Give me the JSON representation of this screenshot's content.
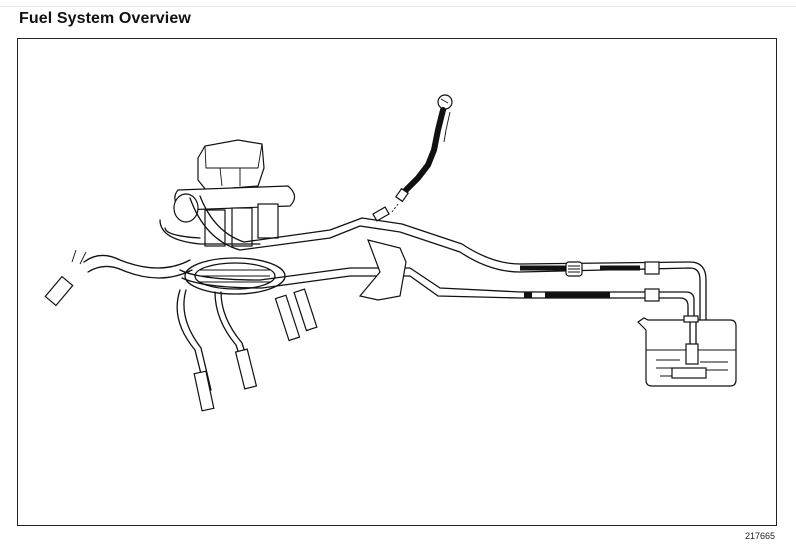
{
  "header": {
    "title": "Fuel System Overview"
  },
  "figure": {
    "id": "217665",
    "subject": "fuel-system-diagram",
    "components": [
      {
        "name": "throttle-body-fuel-rail",
        "label": ""
      },
      {
        "name": "fuel-pressure-gauge-hose",
        "label": ""
      },
      {
        "name": "fuel-pressure-test-port",
        "label": ""
      },
      {
        "name": "fuel-feed-line",
        "label": ""
      },
      {
        "name": "fuel-return-line",
        "label": ""
      },
      {
        "name": "inline-fuel-filter",
        "label": ""
      },
      {
        "name": "fuel-line-bracket",
        "label": ""
      },
      {
        "name": "fuel-tank-with-pump-module",
        "label": ""
      },
      {
        "name": "fuel-injectors",
        "label": ""
      }
    ]
  },
  "colors": {
    "line": "#111111",
    "background": "#ffffff",
    "frame": "#222222"
  }
}
